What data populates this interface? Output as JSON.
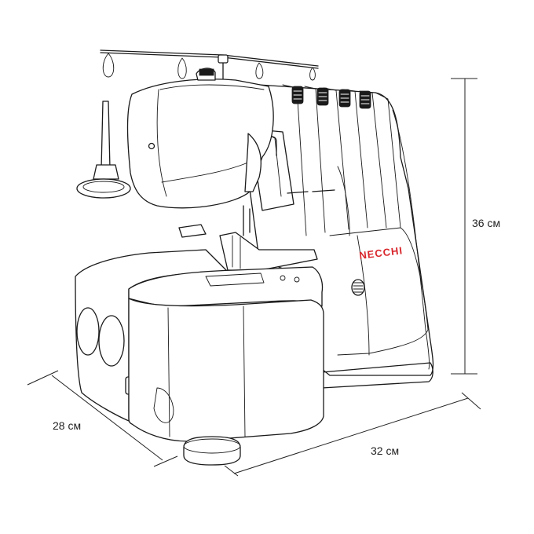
{
  "brand": {
    "name": "NECCHI",
    "color": "#d8262c"
  },
  "dimensions": {
    "height": "36 см",
    "depth": "28 см",
    "width": "32 см"
  },
  "colors": {
    "line": "#1a1a1a",
    "background": "#ffffff"
  }
}
